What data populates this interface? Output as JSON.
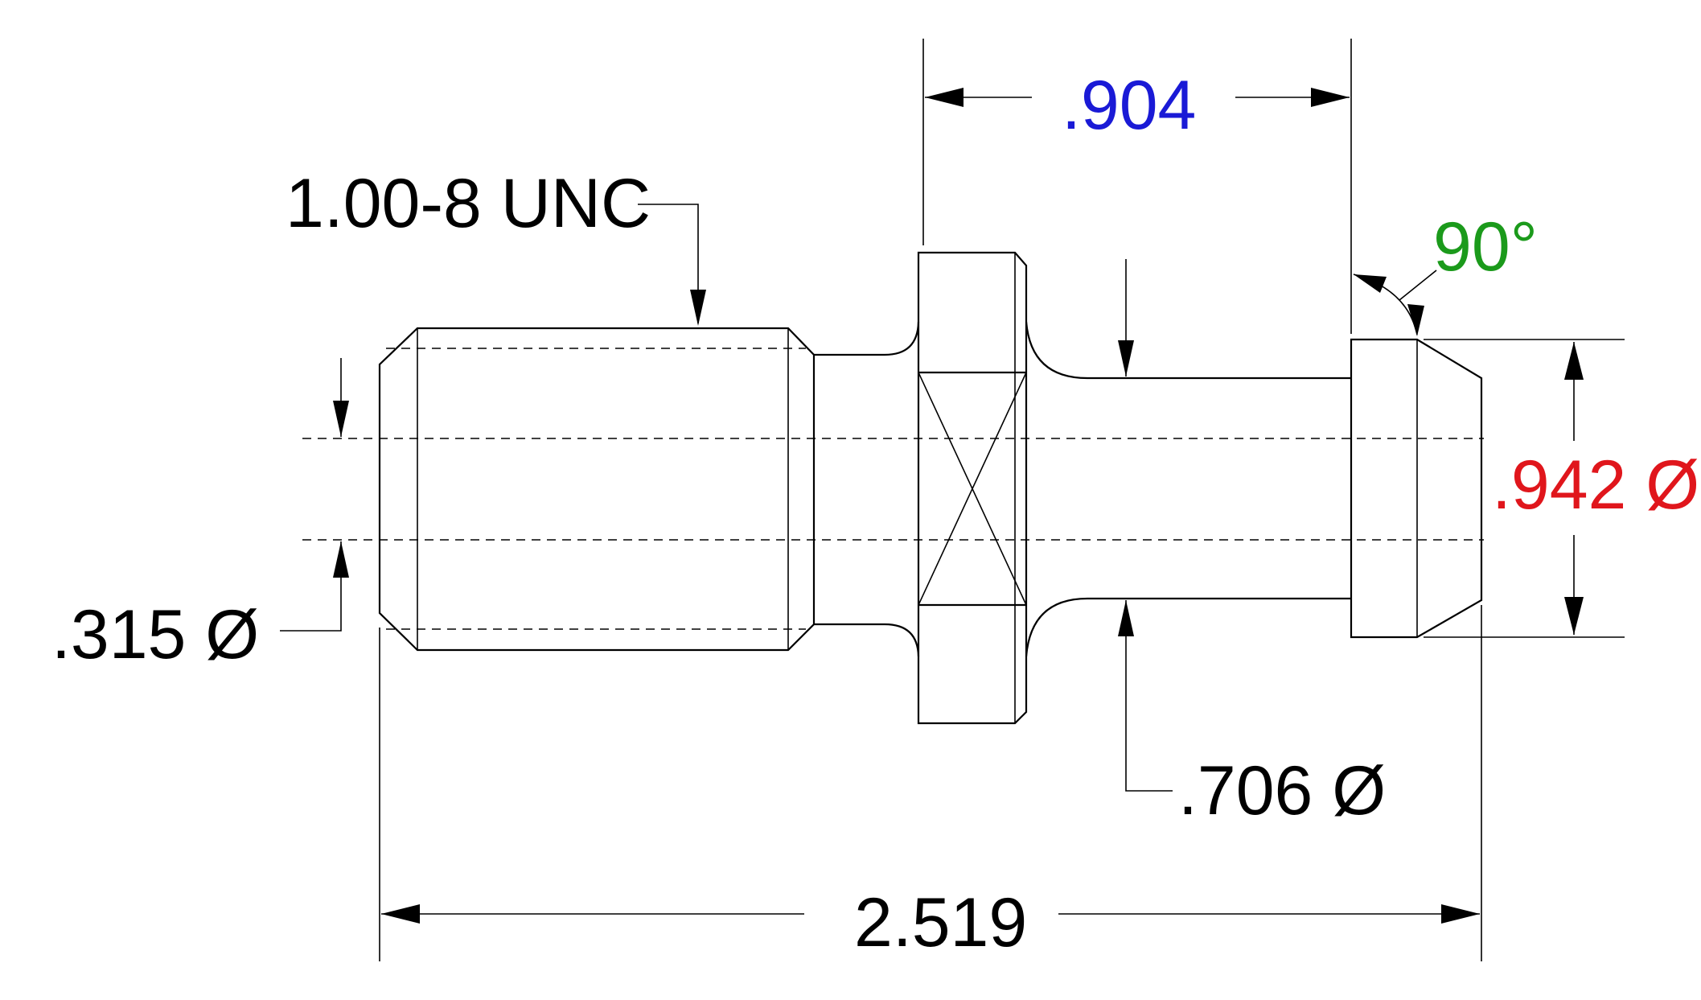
{
  "dimensions": {
    "thread_spec": {
      "label": "1.00-8 UNC"
    },
    "flange_to_head": {
      "label": ".904",
      "color": "#1a1ad6"
    },
    "angle": {
      "label": "90°",
      "color": "#1b9a1b"
    },
    "head_diameter": {
      "label": ".942 Ø",
      "color": "#e0161c"
    },
    "bore_diameter": {
      "label": ".315 Ø"
    },
    "neck_diameter": {
      "label": ".706 Ø"
    },
    "overall_length": {
      "label": "2.519"
    }
  },
  "colors": {
    "line": "#000000",
    "background": "#ffffff"
  }
}
